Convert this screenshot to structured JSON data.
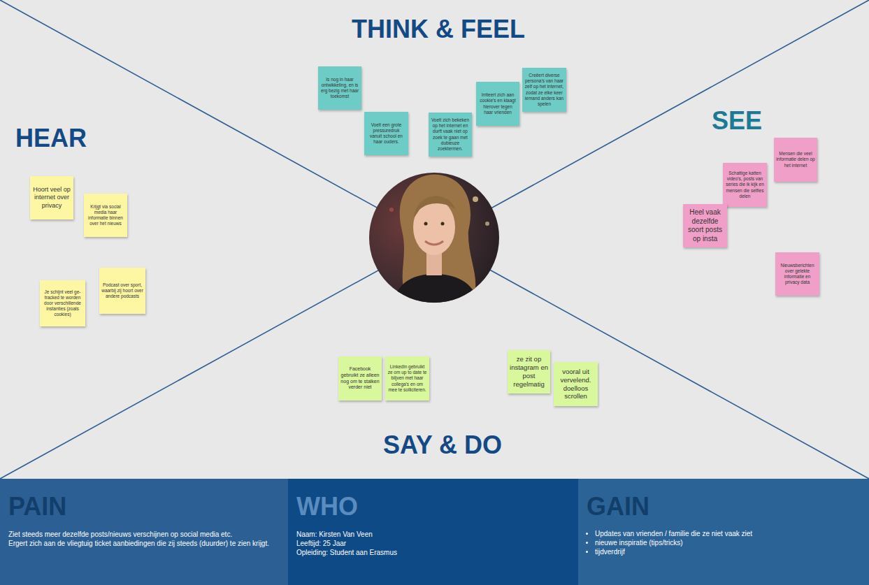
{
  "diagram": {
    "nodes": [
      {
        "text": [
          "Is nog in haar ontwikkeling, en is erg bezig met haar toekomst"
        ]
      },
      {
        "text": [
          "Voelt een grote pressuredruk vanuit school en haar ouders."
        ]
      },
      {
        "text": [
          "Voelt zich bekeken op het internet en durft vaak niet op zoek te gaan met dubieuze zoektermen."
        ]
      },
      {
        "text": [
          "Irriteert zich aan cookie's en klaagt hierover tegen haar vrienden"
        ]
      },
      {
        "text": [
          "Creëert diverse persona's van haar zelf op het internet, zodat ze elke keer iemand anders kan spelen"
        ]
      },
      {
        "text": [
          "Hoort veel op internet over privacy"
        ]
      },
      {
        "text": [
          "Krijgt via social media haar informatie binnen over het nieuws"
        ]
      },
      {
        "text": [
          "Je schijnt veel ge-tracked te worden door verschillende instanties (zoals cookies)"
        ]
      },
      {
        "text": [
          "Podcast over sport, waarbij zij hoort over andere podcasts"
        ]
      },
      {
        "text": [
          "Mensen die veel informatie delen op het internet"
        ]
      },
      {
        "text": [
          "Schattige katten video's, posts van series die ik kijk en mensen die selfies delen"
        ]
      },
      {
        "text": [
          "Heel vaak dezelfde soort posts op insta"
        ]
      },
      {
        "text": [
          "Nieuwsberichten over gelekte informatie en privacy data"
        ]
      },
      {
        "text": [
          "Facebook gebruikt ze alleen nog om te stalken verder niet"
        ]
      },
      {
        "text": [
          "LinkedIn gebruikt ze om up to date te blijven met haar collega's en om mee te solliciteren."
        ]
      },
      {
        "text": [
          "ze zit op instagram en post regelmatig"
        ]
      },
      {
        "text": [
          "vooral uit vervelend. doelloos scrollen"
        ]
      },
      {
        "text": [
          "PAIN",
          "Ziet steeds meer dezelfde posts/nieuws verschijnen op social media etc.",
          "Ergert zich aan de vliegtuig ticket aanbiedingen die zij steeds (duurder) te zien krijgt."
        ]
      },
      {
        "text": [
          "WHO",
          "Naam: Kirsten Van Veen",
          "Leeftijd: 25 Jaar",
          "Opleiding: Student aan Erasmus"
        ]
      },
      {
        "text": [
          "GAIN",
          "Updates van vrienden / familie die ze niet vaak ziet",
          "nieuwe inspiratie (tips/tricks)",
          "tijdverdrijf"
        ]
      }
    ],
    "labels": [
      "THINK & FEEL",
      "HEAR",
      "SEE",
      "SAY & DO"
    ]
  }
}
